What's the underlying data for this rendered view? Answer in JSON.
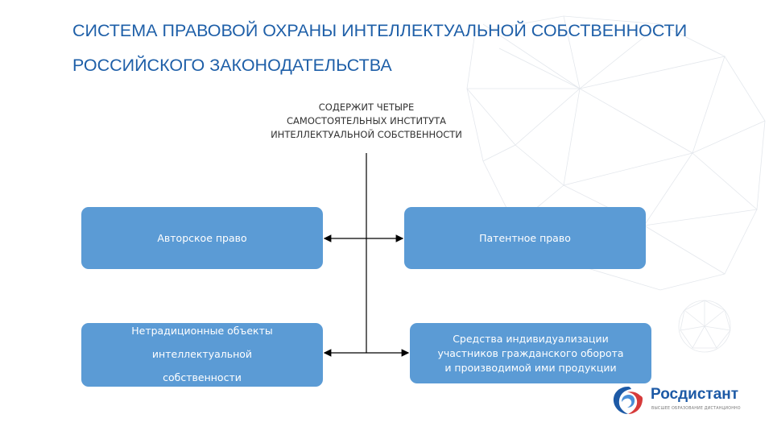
{
  "title": {
    "line1": "СИСТЕМА ПРАВОВОЙ ОХРАНЫ ИНТЕЛЛЕКТУАЛЬНОЙ СОБСТВЕННОСТИ",
    "line2": "РОССИЙСКОГО ЗАКОНОДАТЕЛЬСТВА"
  },
  "header_note": {
    "line1": "СОДЕРЖИТ ЧЕТЫРЕ",
    "line2": "САМОСТОЯТЕЛЬНЫХ ИНСТИТУТА",
    "line3": "ИНТЕЛЛЕКТУАЛЬНОЙ СОБСТВЕННОСТИ"
  },
  "boxes": {
    "copyright": {
      "label": "Авторское право"
    },
    "patent": {
      "label": "Патентное право"
    },
    "nontraditional": {
      "line1": "Нетрадиционные объекты",
      "line2": "интеллектуальной",
      "line3": "собственности"
    },
    "means": {
      "line1": "Средства индивидуализации",
      "line2": "участников гражданского оборота",
      "line3": "и производимой ими продукции"
    }
  },
  "logo": {
    "name": "Росдистант",
    "tagline": "ВЫСШЕЕ ОБРАЗОВАНИЕ ДИСТАНЦИОННО"
  },
  "colors": {
    "title": "#1e5fa8",
    "box_fill": "#5b9bd5",
    "box_text": "#ffffff",
    "connector": "#000000",
    "logo_blue": "#1d5aa6",
    "logo_red": "#d63a3a"
  },
  "icons": {
    "logo_mark": "rosdistant-swirl-icon",
    "background": "geodesic-sphere-decoration"
  }
}
